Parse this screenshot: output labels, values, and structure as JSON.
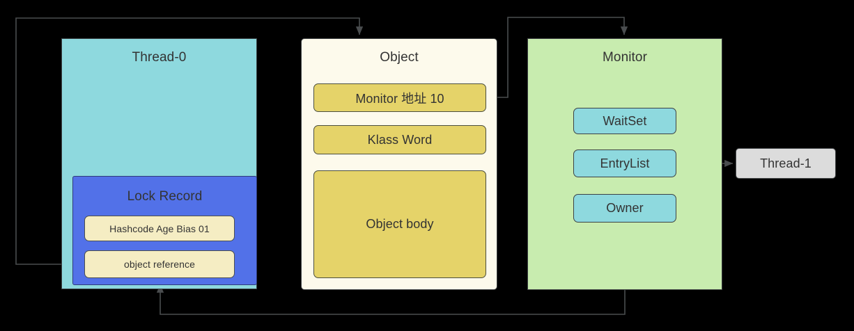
{
  "diagram": {
    "title": "Java Monitor / Lock Record object layout",
    "background": "#000000",
    "palette": {
      "thread_fill": "#8ed9de",
      "lock_record_fill": "#5271e8",
      "lock_slot_fill": "#f5edc3",
      "object_fill": "#fdfaec",
      "object_slot_fill": "#e5d369",
      "monitor_fill": "#c8ecaf",
      "monitor_slot_fill": "#8ed9de",
      "thread1_fill": "#dcdcdc",
      "stroke": "#4a4d4f",
      "text": "#333333"
    }
  },
  "thread0": {
    "label": "Thread-0",
    "lock_record": {
      "label": "Lock Record",
      "slots": [
        {
          "label": "Hashcode Age Bias 01"
        },
        {
          "label": "object reference"
        }
      ]
    }
  },
  "object": {
    "label": "Object",
    "slots": [
      {
        "label": "Monitor 地址 10"
      },
      {
        "label": "Klass Word"
      },
      {
        "label": "Object body"
      }
    ]
  },
  "monitor": {
    "label": "Monitor",
    "slots": [
      {
        "label": "WaitSet"
      },
      {
        "label": "EntryList"
      },
      {
        "label": "Owner"
      }
    ]
  },
  "thread1": {
    "label": "Thread-1"
  },
  "edges": [
    {
      "name": "object-reference-to-object",
      "from": "object reference",
      "to": "Object",
      "arrow": true
    },
    {
      "name": "monitor-address-to-monitor",
      "from": "Monitor 地址 10",
      "to": "Monitor",
      "arrow": true
    },
    {
      "name": "entrylist-to-thread1",
      "from": "EntryList",
      "to": "Thread-1",
      "arrow": true
    },
    {
      "name": "owner-to-lock-record",
      "from": "Owner",
      "to": "Lock Record",
      "arrow": true
    }
  ]
}
